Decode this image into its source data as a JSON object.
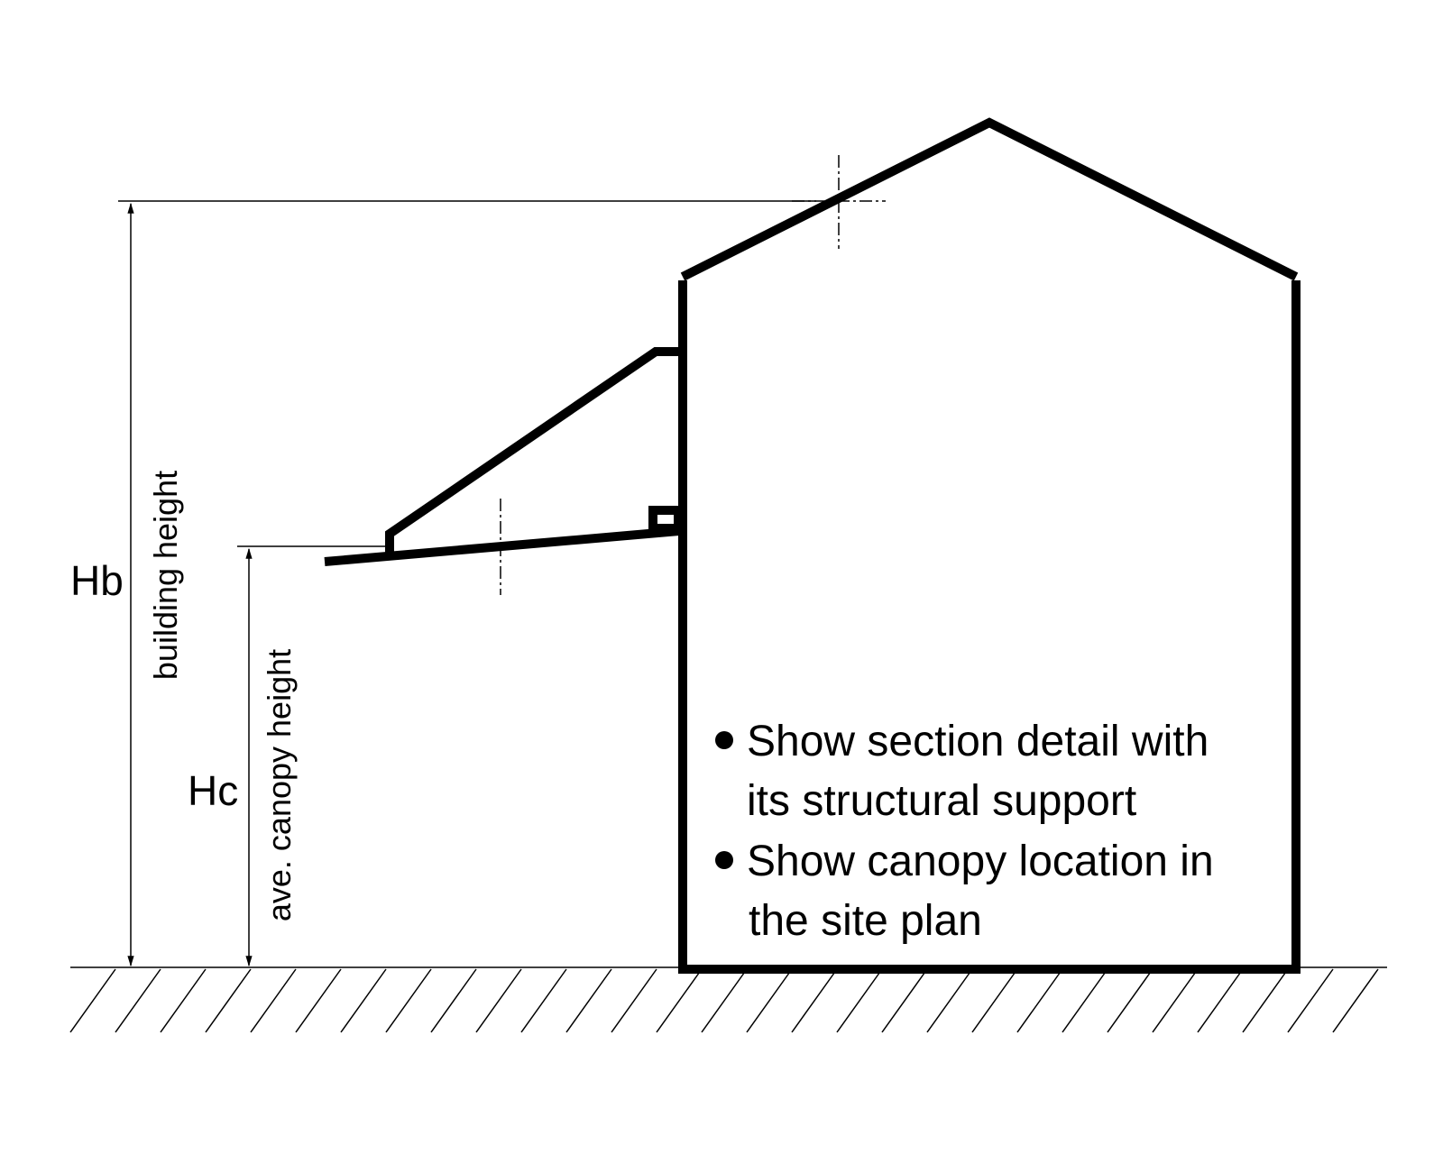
{
  "labels": {
    "building_height_symbol": "Hb",
    "building_height_text": "building height",
    "canopy_height_symbol": "Hc",
    "canopy_height_text": "ave. canopy height"
  },
  "notes": [
    {
      "lines": [
        "Show section detail with",
        "its structural support"
      ]
    },
    {
      "lines": [
        "Show canopy location in",
        "the site plan"
      ]
    }
  ]
}
